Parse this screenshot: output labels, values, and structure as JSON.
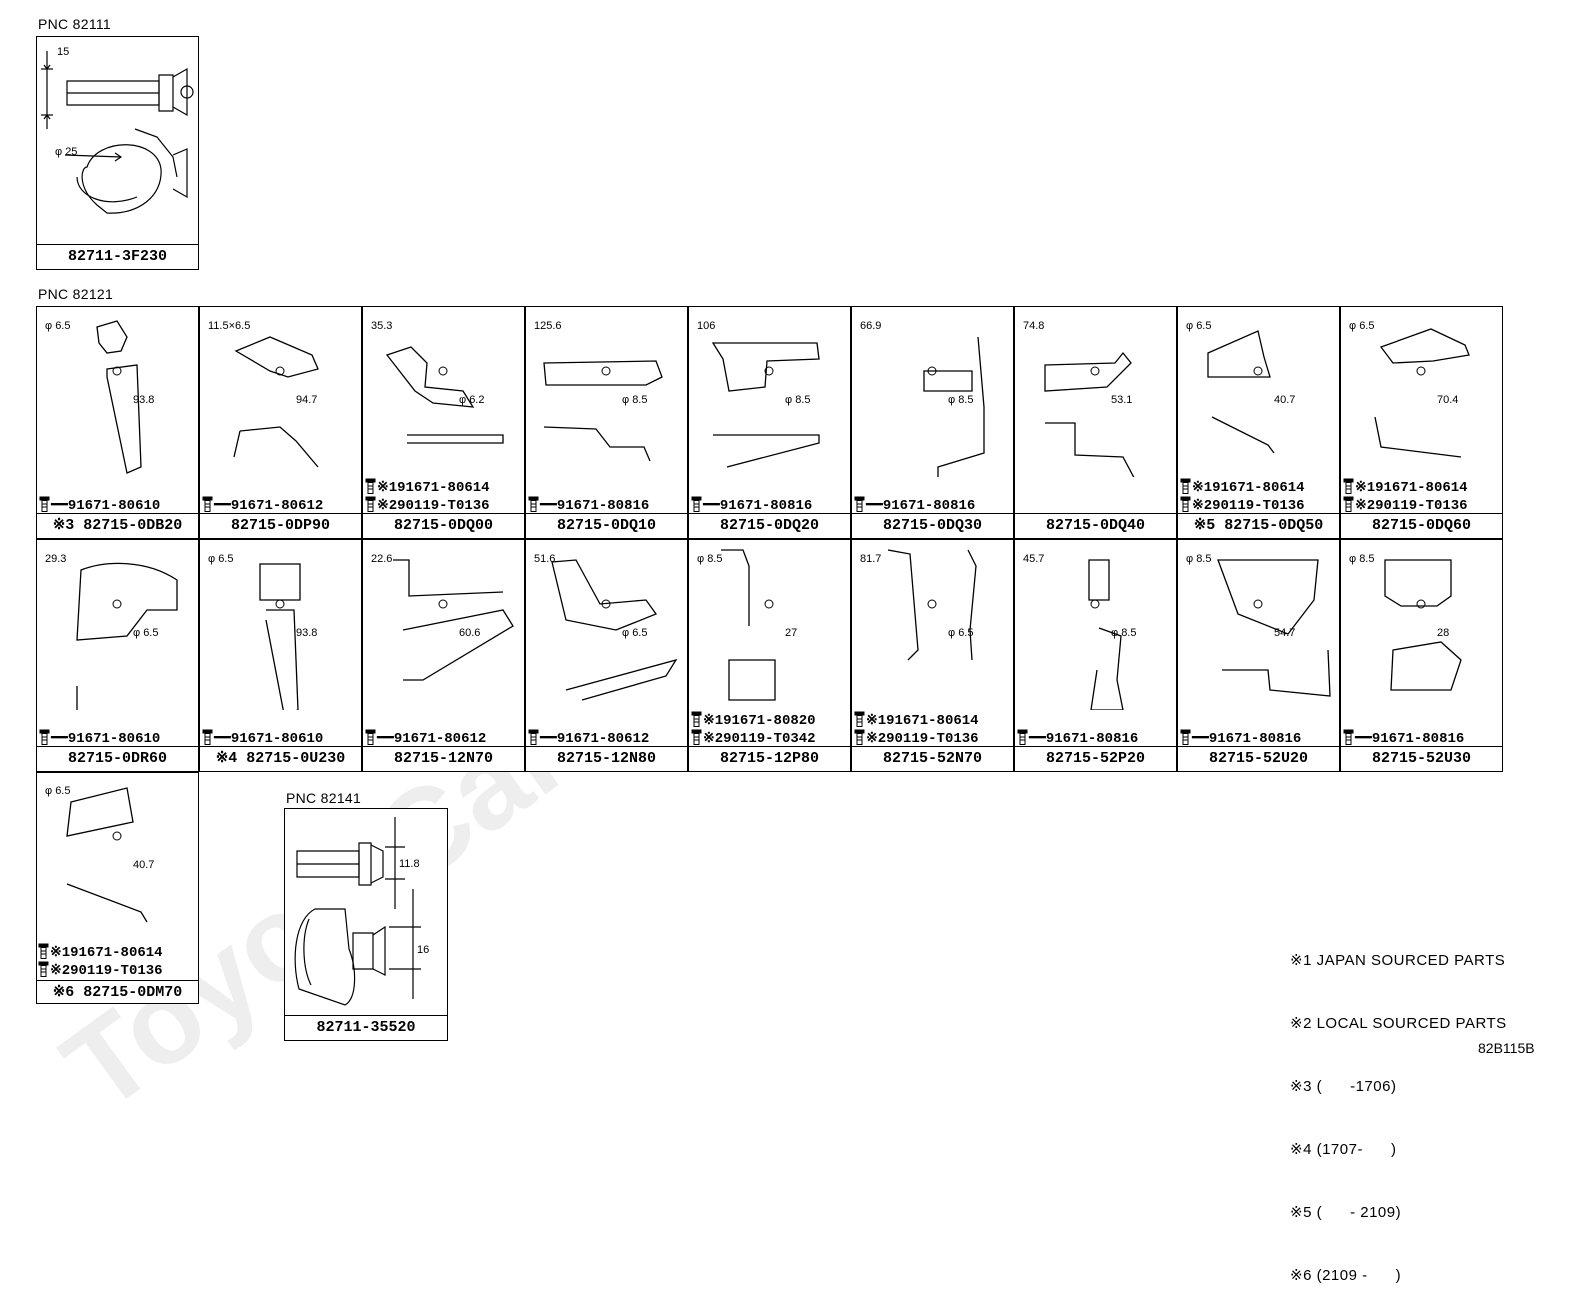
{
  "watermark": "ToyotaCarNine.ru",
  "groups": {
    "g1": {
      "pnc": "PNC 82111",
      "part": "82711-3F230",
      "dims": [
        "15",
        "φ 25"
      ]
    },
    "g2": {
      "pnc": "PNC 82121"
    },
    "g3": {
      "pnc": "PNC 82141",
      "part": "82711-35520",
      "dims": [
        "11.8",
        "16"
      ]
    }
  },
  "row1": [
    {
      "part": "※3 82715-0DB20",
      "bolts": [
        "91671-80610"
      ],
      "dims": [
        "φ 6.5",
        "93.8"
      ]
    },
    {
      "part": "82715-0DP90",
      "bolts": [
        "91671-80612"
      ],
      "dims": [
        "11.5×6.5",
        "94.7"
      ]
    },
    {
      "part": "82715-0DQ00",
      "bolts": [
        "※191671-80614",
        "※290119-T0136"
      ],
      "dims": [
        "35.3",
        "φ 6.2"
      ]
    },
    {
      "part": "82715-0DQ10",
      "bolts": [
        "91671-80816"
      ],
      "dims": [
        "125.6",
        "φ 8.5"
      ]
    },
    {
      "part": "82715-0DQ20",
      "bolts": [
        "91671-80816"
      ],
      "dims": [
        "106",
        "φ 8.5"
      ]
    },
    {
      "part": "82715-0DQ30",
      "bolts": [
        "91671-80816"
      ],
      "dims": [
        "66.9",
        "φ 8.5"
      ]
    },
    {
      "part": "82715-0DQ40",
      "bolts": [],
      "dims": [
        "74.8",
        "53.1"
      ]
    },
    {
      "part": "※5 82715-0DQ50",
      "bolts": [
        "※191671-80614",
        "※290119-T0136"
      ],
      "dims": [
        "φ 6.5",
        "40.7"
      ]
    },
    {
      "part": "82715-0DQ60",
      "bolts": [
        "※191671-80614",
        "※290119-T0136"
      ],
      "dims": [
        "φ 6.5",
        "70.4"
      ]
    }
  ],
  "row2": [
    {
      "part": "82715-0DR60",
      "bolts": [
        "91671-80610"
      ],
      "dims": [
        "29.3",
        "φ 6.5"
      ]
    },
    {
      "part": "※4 82715-0U230",
      "bolts": [
        "91671-80610"
      ],
      "dims": [
        "φ 6.5",
        "93.8"
      ]
    },
    {
      "part": "82715-12N70",
      "bolts": [
        "91671-80612"
      ],
      "dims": [
        "22.6",
        "60.6"
      ]
    },
    {
      "part": "82715-12N80",
      "bolts": [
        "91671-80612"
      ],
      "dims": [
        "51.6",
        "φ 6.5"
      ]
    },
    {
      "part": "82715-12P80",
      "bolts": [
        "※191671-80820",
        "※290119-T0342"
      ],
      "dims": [
        "φ 8.5",
        "27"
      ]
    },
    {
      "part": "82715-52N70",
      "bolts": [
        "※191671-80614",
        "※290119-T0136"
      ],
      "dims": [
        "81.7",
        "φ 6.5"
      ]
    },
    {
      "part": "82715-52P20",
      "bolts": [
        "91671-80816"
      ],
      "dims": [
        "45.7",
        "φ 8.5"
      ]
    },
    {
      "part": "82715-52U20",
      "bolts": [
        "91671-80816"
      ],
      "dims": [
        "φ 8.5",
        "54.7"
      ]
    },
    {
      "part": "82715-52U30",
      "bolts": [
        "91671-80816"
      ],
      "dims": [
        "φ 8.5",
        "28"
      ]
    }
  ],
  "extra": {
    "part": "※6 82715-0DM70",
    "bolts": [
      "※191671-80614",
      "※290119-T0136"
    ],
    "dims": [
      "φ 6.5",
      "40.7"
    ]
  },
  "notes": [
    "※1 JAPAN SOURCED PARTS",
    "※2 LOCAL SOURCED PARTS",
    "※3 (      -1706)",
    "※4 (1707-      )",
    "※5 (      - 2109)",
    "※6 (2109 -      )"
  ],
  "code": "82B115B"
}
